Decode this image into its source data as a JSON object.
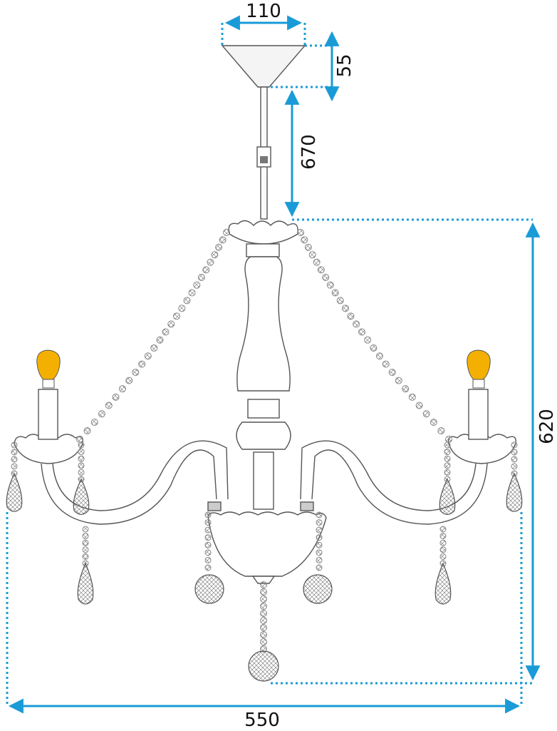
{
  "dimensions": {
    "canopy_width": "110",
    "canopy_height": "55",
    "rod_length": "670",
    "body_height": "620",
    "total_width": "550"
  },
  "colors": {
    "dimension_line": "#1a9bd7",
    "outline": "#555555",
    "bulb": "#f4b000",
    "bead": "#888888"
  },
  "icons": {
    "bulb": "light-bulb-icon",
    "crystal": "crystal-drop-icon",
    "ball": "crystal-ball-icon"
  }
}
